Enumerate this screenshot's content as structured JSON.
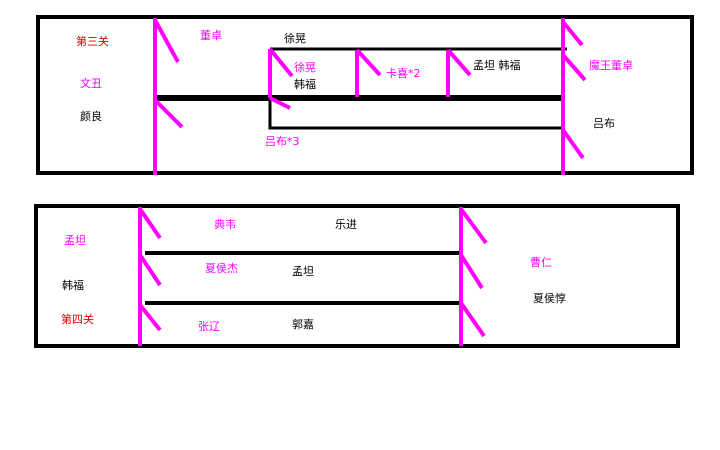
{
  "colors": {
    "frame": "#000000",
    "gate": "#ff00ff",
    "title": "#e00000",
    "hero_pink": "#ff00ff",
    "hero_black": "#000000"
  },
  "panel_top": {
    "stage_label": "第三关",
    "labels": {
      "wenchou": "文丑",
      "yanliang": "颜良",
      "dongzhuo": "董卓",
      "xuhuang_top": "徐晃",
      "xuhuang_mid": "徐晃",
      "hanfu": "韩福",
      "kaxi": "卡喜*2",
      "mengtan_hanfu": "孟坦  韩福",
      "mowang_dongzhuo": "魔王董卓",
      "lvbu_right": "吕布",
      "lvbu_x3": "吕布*3"
    }
  },
  "panel_bottom": {
    "stage_label": "第四关",
    "labels": {
      "mengtan_left": "孟坦",
      "hanfu": "韩福",
      "dianwei": "典韦",
      "yuejin": "乐进",
      "xiahoujie": "夏侯杰",
      "mengtan_mid": "孟坦",
      "zhangliao": "张辽",
      "guojia": "郭嘉",
      "caoren": "曹仁",
      "xiahoudun": "夏侯惇"
    }
  }
}
